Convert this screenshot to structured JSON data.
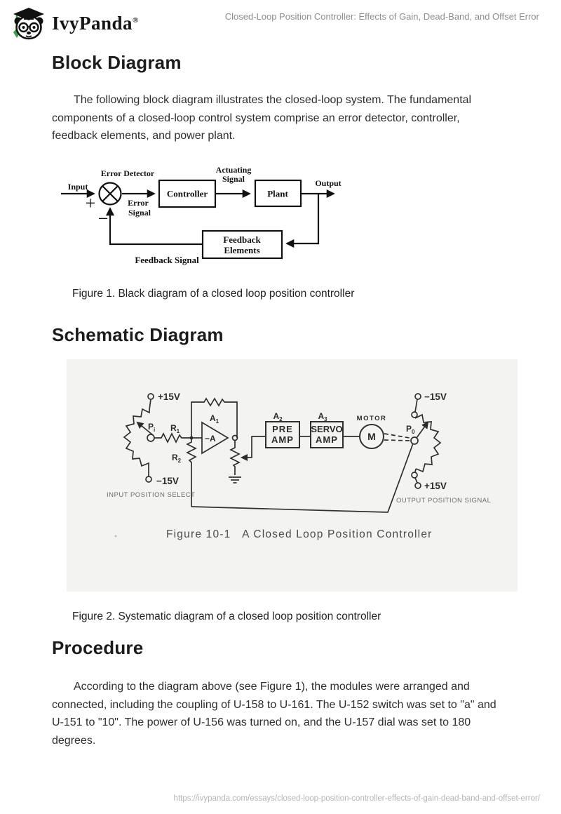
{
  "header": {
    "brand": "IvyPanda",
    "registered": "®",
    "doc_title": "Closed-Loop Position Controller: Effects of Gain, Dead-Band, and Offset Error"
  },
  "sections": {
    "block_diagram": {
      "heading": "Block Diagram",
      "paragraph": "The following block diagram illustrates the closed-loop system. The fundamental components of a closed-loop control system comprise an error detector, controller, feedback elements, and power plant.",
      "figure_caption": "Figure 1. Black diagram of a closed loop position controller"
    },
    "schematic_diagram": {
      "heading": "Schematic Diagram",
      "figure_caption": "Figure 2. Systematic diagram of a closed loop position controller"
    },
    "procedure": {
      "heading": "Procedure",
      "paragraph": "According to the diagram above (see Figure 1), the modules were arranged and connected, including the coupling of U-158 to U-161. The U-152 switch was set to \"a\" and U-151 to \"10\". The power of U-156 was turned on, and the U-157 dial was set to 180 degrees."
    }
  },
  "fig1": {
    "input": "Input",
    "error_detector": "Error Detector",
    "plus": "+",
    "minus": "−",
    "error_line1": "Error",
    "error_line2": "Signal",
    "controller": "Controller",
    "actuating_line1": "Actuating",
    "actuating_line2": "Signal",
    "plant": "Plant",
    "output": "Output",
    "feedback_line1": "Feedback",
    "feedback_line2": "Elements",
    "feedback_signal": "Feedback Signal"
  },
  "fig2": {
    "v_plus": "+15V",
    "v_minus": "−15V",
    "pi": {
      "base": "P",
      "sub": "i"
    },
    "p0": {
      "base": "P",
      "sub": "0"
    },
    "r1": {
      "base": "R",
      "sub": "1"
    },
    "r2": {
      "base": "R",
      "sub": "2"
    },
    "a1": {
      "base": "A",
      "sub": "1"
    },
    "a2": {
      "base": "A",
      "sub": "2"
    },
    "a3": {
      "base": "A",
      "sub": "3"
    },
    "opamp_gain": "−A",
    "pre_line1": "PRE",
    "pre_line2": "AMP",
    "servo_line1": "SERVO",
    "servo_line2": "AMP",
    "motor_title": "MOTOR",
    "motor_m": "M",
    "input_select": "INPUT POSITION SELECT",
    "output_signal": "OUTPUT POSITION SIGNAL",
    "caption": "Figure 10-1   A Closed Loop Position Controller"
  },
  "footer": {
    "url": "https://ivypanda.com/essays/closed-loop-position-controller-effects-of-gain-dead-band-and-offset-error/"
  }
}
